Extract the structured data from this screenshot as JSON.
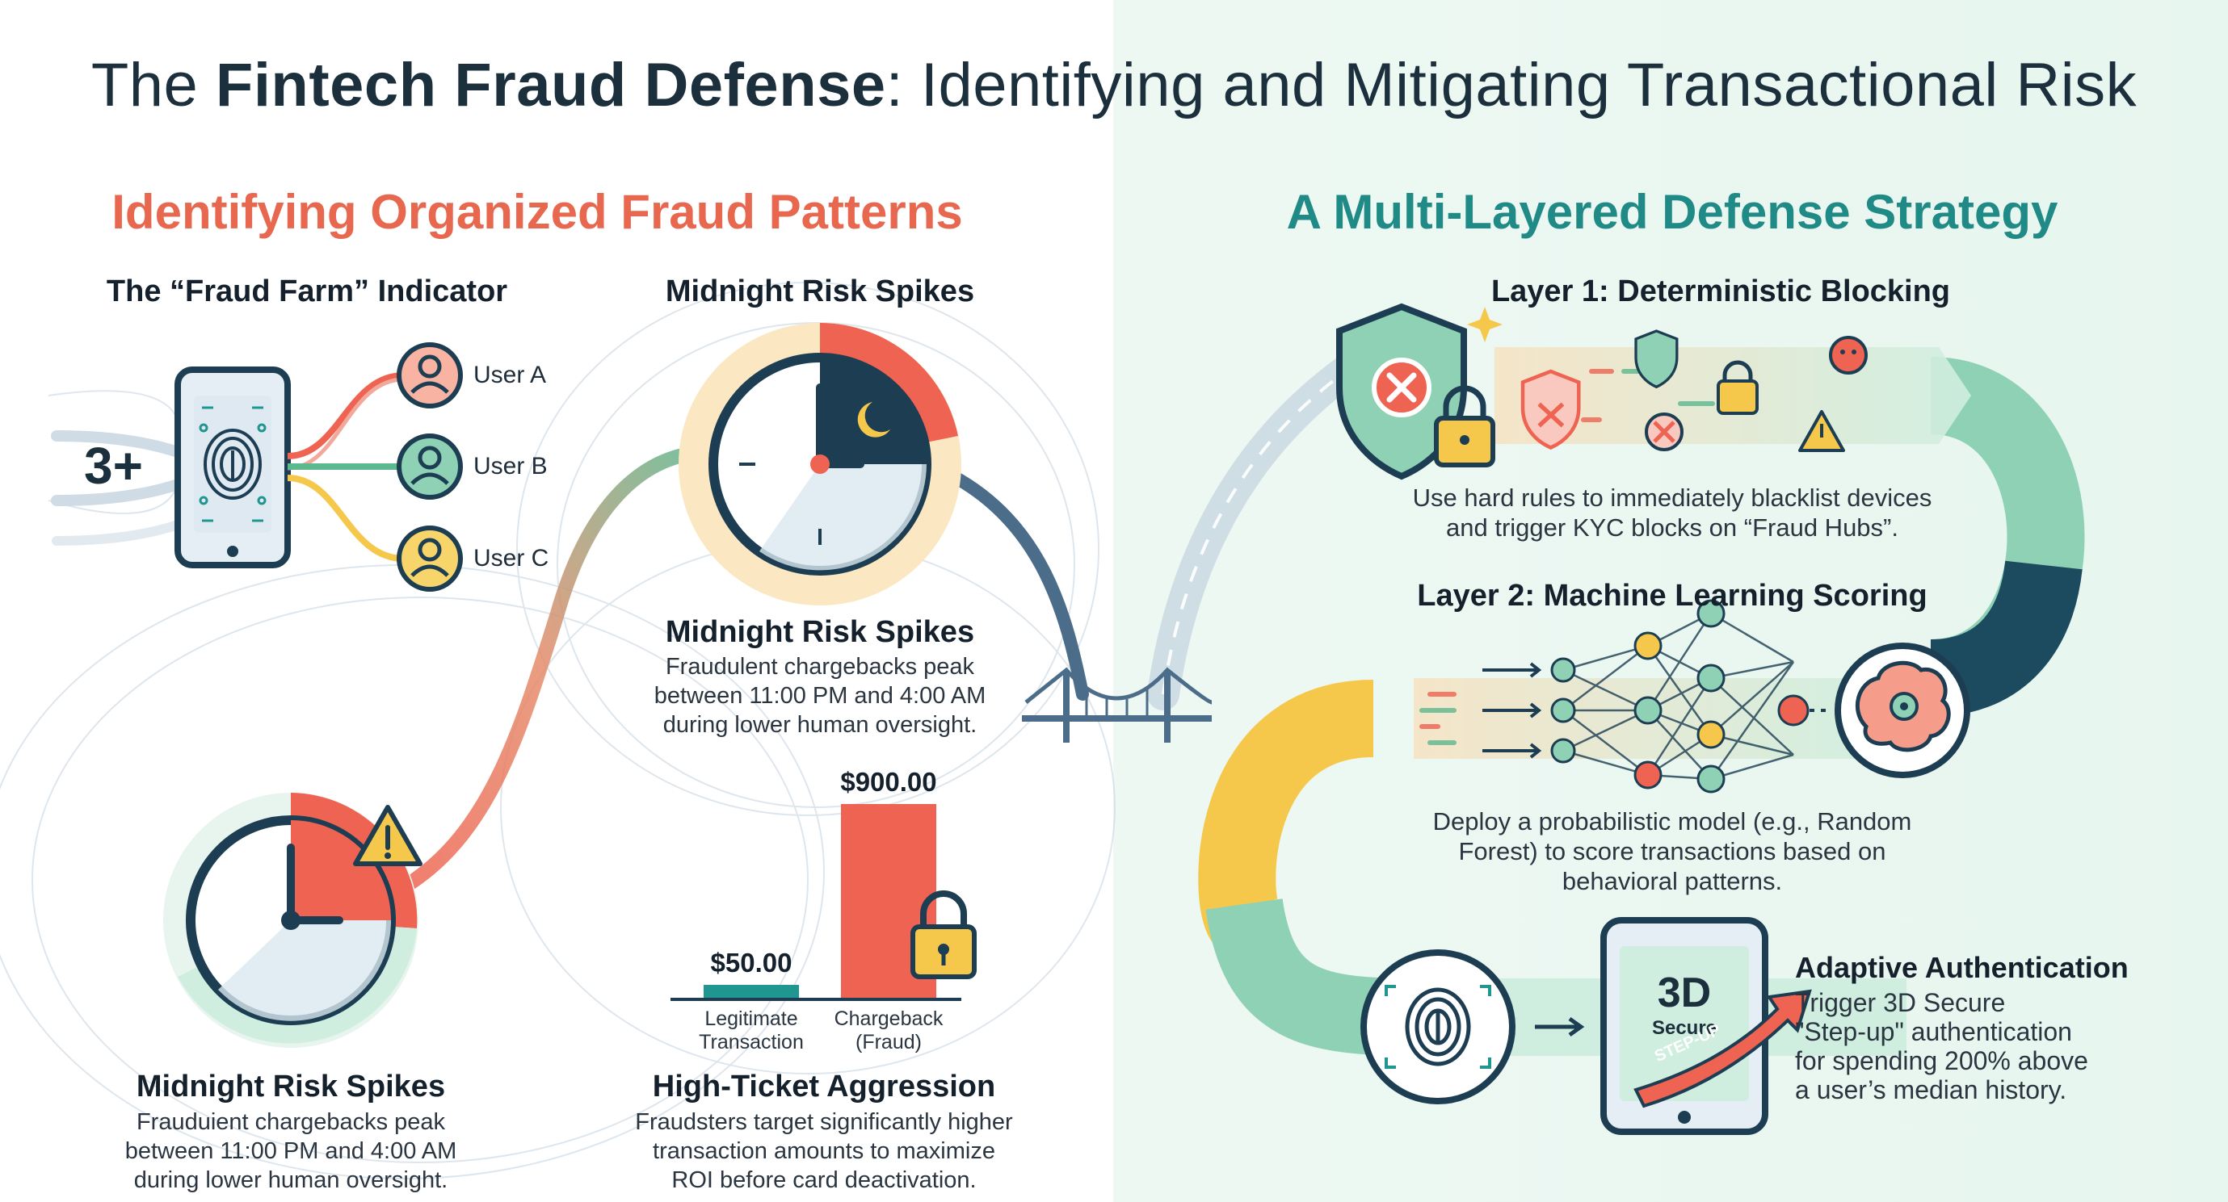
{
  "title": {
    "plain_start": "The ",
    "bold": "Fintech Fraud Defense",
    "plain_end": ": Identifying and Mitigating Transactional Risk"
  },
  "left_section": {
    "heading": "Identifying Organized Fraud Patterns",
    "fraud_farm": {
      "title": "The “Fraud Farm” Indicator",
      "count": "3+",
      "users": [
        "User A",
        "User B",
        "User C"
      ]
    },
    "midnight_top": {
      "title": "Midnight Risk Spikes",
      "caption_title": "Midnight Risk Spikes",
      "caption": [
        "Fraudulent chargebacks peak",
        "between 11:00 PM and 4:00 AM",
        "during lower human oversight."
      ]
    },
    "midnight_bottom": {
      "title": "Midnight Risk Spikes",
      "caption": [
        "Frauduient chargebacks peak",
        "between 11:00 PM and 4:00 AM",
        "during lower human oversight."
      ]
    },
    "high_ticket": {
      "title": "High-Ticket Aggression",
      "caption": [
        "Fraudsters target significantly higher",
        "transaction amounts to maximize",
        "ROI before card deactivation."
      ]
    }
  },
  "chart_data": {
    "type": "bar",
    "categories": [
      "Legitimate Transaction",
      "Chargeback (Fraud)"
    ],
    "category_lines": [
      [
        "Legitimate",
        "Transaction"
      ],
      [
        "Chargeback",
        "(Fraud)"
      ]
    ],
    "values": [
      50,
      900
    ],
    "value_labels": [
      "$50.00",
      "$900.00"
    ],
    "colors": [
      "#1f9690",
      "#ef6352"
    ],
    "ylim": [
      0,
      900
    ]
  },
  "right_section": {
    "heading": "A Multi-Layered Defense Strategy",
    "layer1": {
      "title": "Layer 1: Deterministic Blocking",
      "caption": [
        "Use hard rules to immediately blacklist devices",
        "and trigger KYC blocks on “Fraud Hubs”."
      ]
    },
    "layer2": {
      "title": "Layer 2: Machine Learning Scoring",
      "caption": [
        "Deploy a probabilistic model (e.g., Random",
        "Forest) to score transactions based on",
        "behavioral patterns."
      ]
    },
    "adaptive": {
      "title": "Adaptive Authentication",
      "caption": [
        "Trigger 3D Secure",
        "\"Step-up\" authentication",
        "for spending 200% above",
        "a user’s median history."
      ],
      "phone_big": "3D",
      "phone_small": "Secure",
      "arrow_label": "STEP-UP"
    }
  },
  "colors": {
    "coral": "#ef6352",
    "teal": "#1f8a86",
    "navy": "#1c3d52",
    "mint": "#8fd1b5",
    "yellow": "#f5c84c"
  },
  "icons": [
    "fingerprint-icon",
    "user-icon",
    "clock-icon",
    "moon-icon",
    "warning-icon",
    "lock-icon",
    "shield-icon",
    "bridge-icon",
    "brain-icon",
    "neural-network-icon"
  ]
}
